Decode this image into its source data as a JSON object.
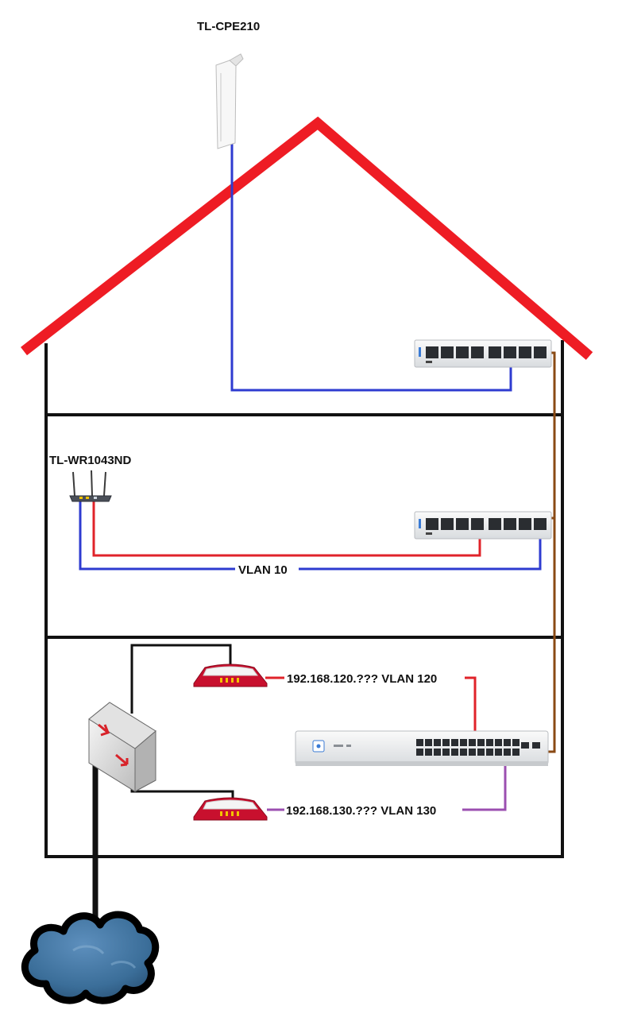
{
  "labels": {
    "antenna": "TL-CPE210",
    "router": "TL-WR1043ND",
    "vlan10": "VLAN 10",
    "vlan120": "192.168.120.??? VLAN 120",
    "vlan130": "192.168.130.??? VLAN 130"
  },
  "colors": {
    "roof": "#ee1c24",
    "cable_blue": "#2e3bd0",
    "cable_red": "#e0232a",
    "cable_purple": "#9b4fb0",
    "cable_brown": "#8a4a14",
    "cable_black": "#111111",
    "cloud": "#3b6e99"
  },
  "icons": [
    "outdoor-antenna-icon",
    "switch-8port-icon",
    "wifi-router-icon",
    "dsl-router-icon",
    "distribution-box-icon",
    "switch-24port-icon",
    "internet-cloud-icon"
  ]
}
